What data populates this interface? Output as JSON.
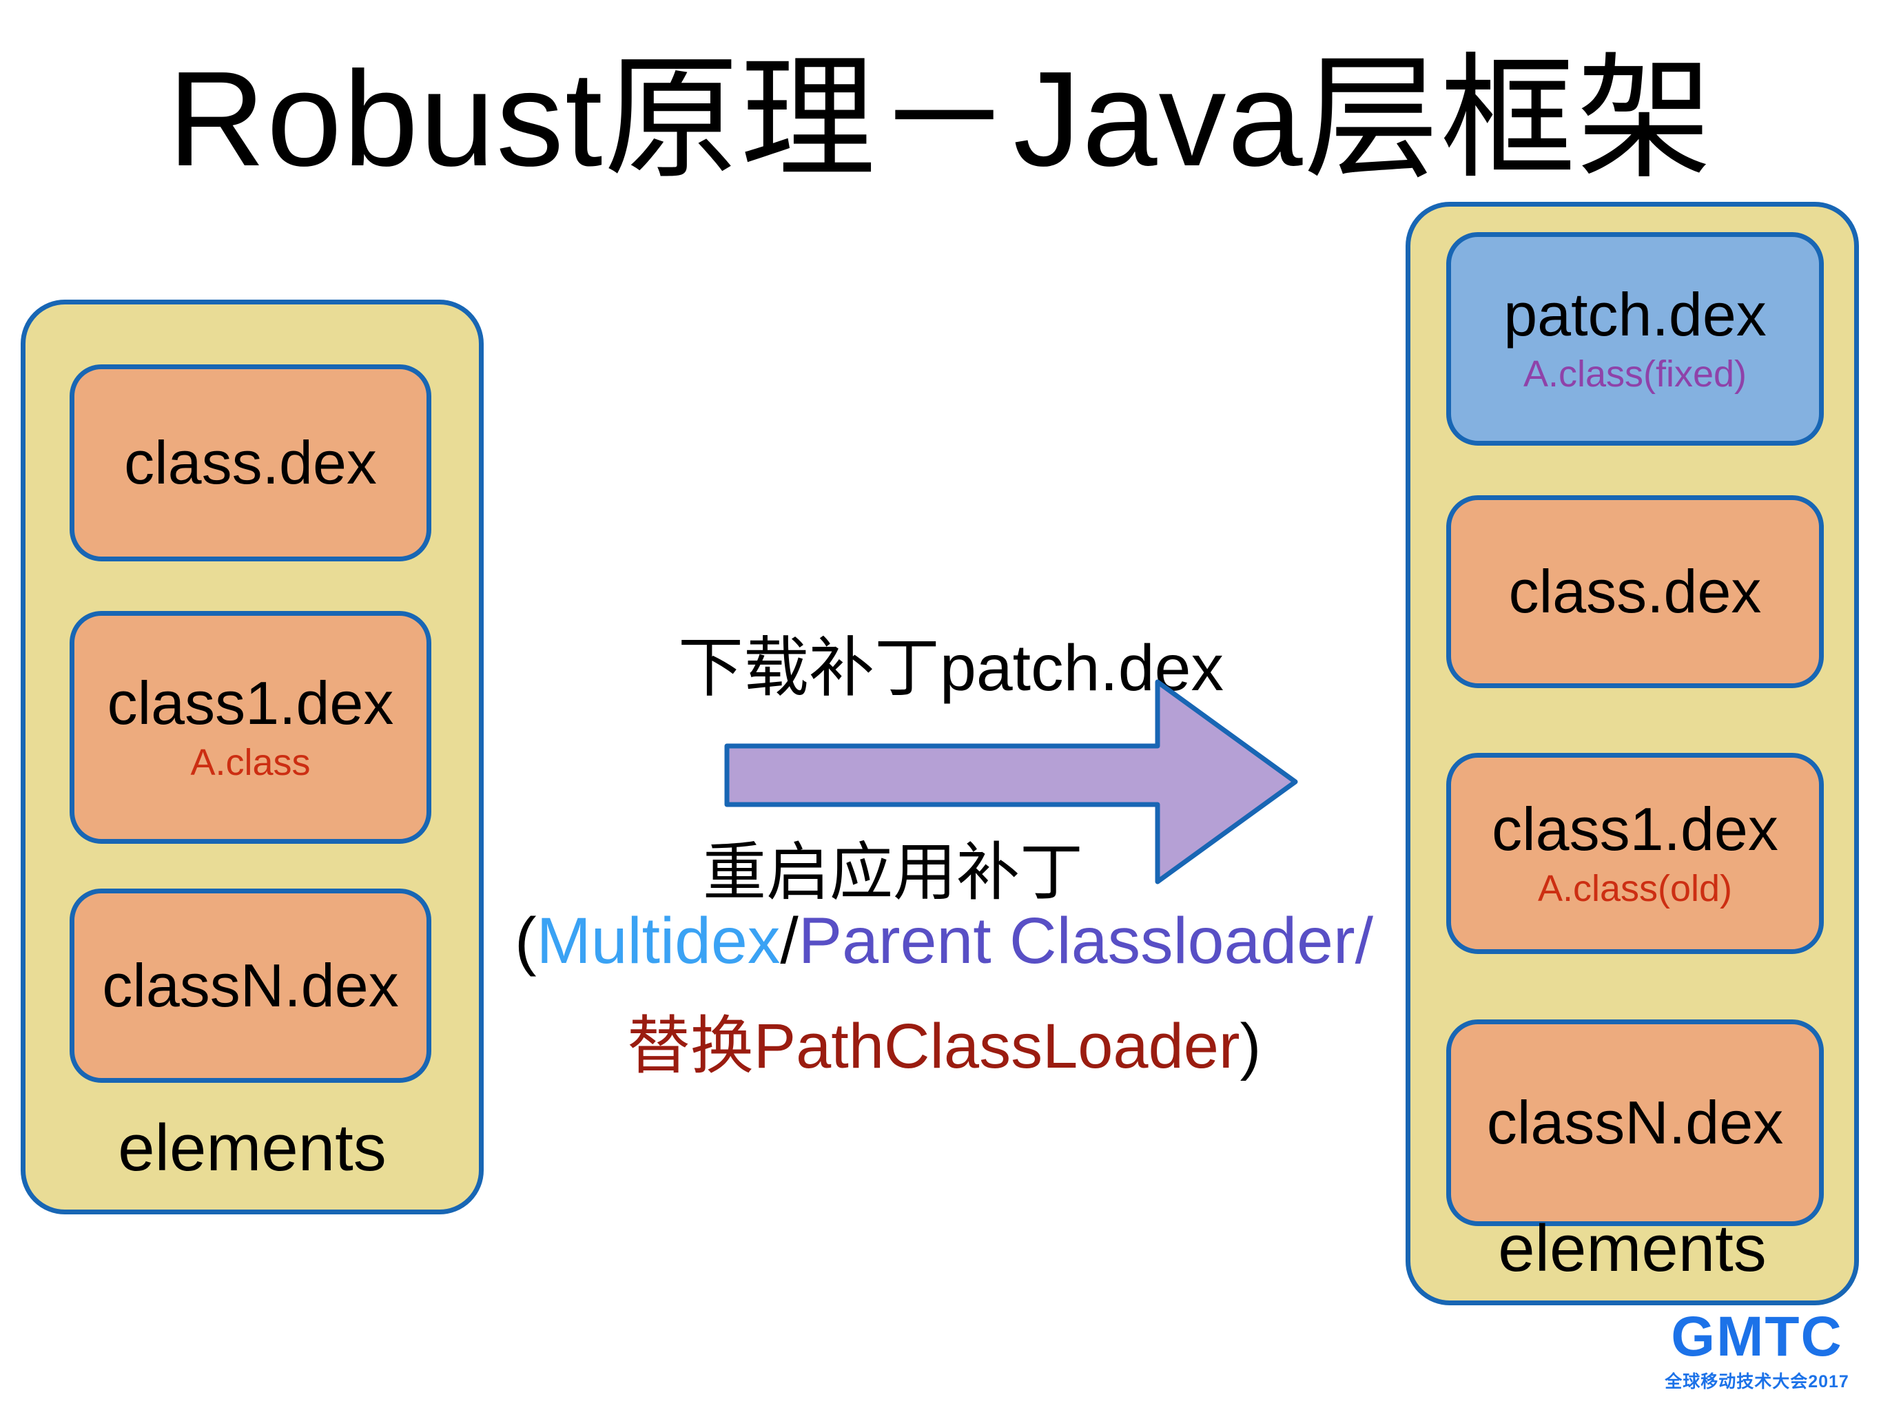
{
  "title": "Robust原理－Java层框架",
  "left_panel": {
    "label": "elements",
    "boxes": [
      {
        "label": "class.dex"
      },
      {
        "label": "class1.dex",
        "subtitle": "A.class"
      },
      {
        "label": "classN.dex"
      }
    ]
  },
  "right_panel": {
    "label": "elements",
    "boxes": [
      {
        "label": "patch.dex",
        "subtitle": "A.class(fixed)"
      },
      {
        "label": "class.dex"
      },
      {
        "label": "class1.dex",
        "subtitle": "A.class(old)"
      },
      {
        "label": "classN.dex"
      }
    ]
  },
  "flow": {
    "download_label": "下载补丁patch.dex",
    "restart_label": "重启应用补丁",
    "paren_open": "(",
    "multidex": "Multidex",
    "slash1": "/",
    "parent_classloader": "Parent Classloader",
    "slash2": "/",
    "replace_text": "替换PathClassLoader",
    "paren_close": ")"
  },
  "logo": {
    "brand": "GMTC",
    "tagline": "全球移动技术大会2017"
  },
  "colors": {
    "panel_fill": "#e9dc96",
    "panel_border": "#1866b4",
    "dex_box_fill": "#edab7e",
    "patch_box_fill": "#84b1e0",
    "arrow_fill": "#b5a0d5",
    "subtitle_red": "#cc2e12",
    "subtitle_purple": "#8f42a9",
    "multidex_blue": "#3aa2f4",
    "parent_purple": "#584fc5",
    "replace_dark_red": "#9a1c10",
    "logo_blue": "#1c72e8"
  }
}
